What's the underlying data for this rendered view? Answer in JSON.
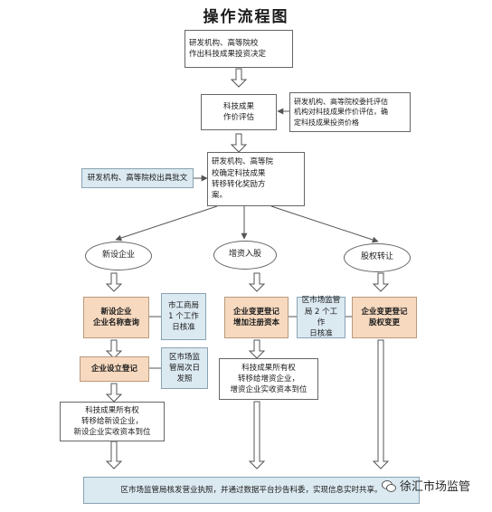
{
  "title": "操作流程图",
  "nodes": {
    "n1": "研发机构、高等院校\n作出科技成果投资决定",
    "n2": "科技成果\n作价评估",
    "n2_note": "研发机构、高等院校委托评估\n机构对科技成果作价评估，确\n定科技成果投资价格",
    "n3": "研发机构、高等院\n校确定科技成果\n转移转化奖励方\n案。",
    "n3_note": "研发机构、高等院校出具批文",
    "b1": "新设企业",
    "b2": "增资入股",
    "b3": "股权转让",
    "a1": "新设企业\n企业名称查询",
    "a1_note": "市工商局\n1 个工作\n日核准",
    "a2": "企业设立登记",
    "a2_note": "区市场监\n管局次日\n发照",
    "a3": "科技成果所有权\n转移给新设企业，\n新设企业实收资本到位",
    "c1": "企业变更登记\n增加注册资本",
    "c1_note": "区市场监管\n局 2 个工作\n日核准",
    "c2": "科技成果所有权\n转移给增资企业，\n增资企业实收资本到位",
    "d1": "企业变更登记\n股权变更",
    "final": "区市场监管局核发营业执照，并通过数据平台抄告科委，实现信息实时共享。"
  },
  "watermark": "徐汇市场监管",
  "colors": {
    "blue_fill": "#dbe9f1",
    "orange_fill": "#f6d9bf",
    "arrow": "#555555"
  }
}
